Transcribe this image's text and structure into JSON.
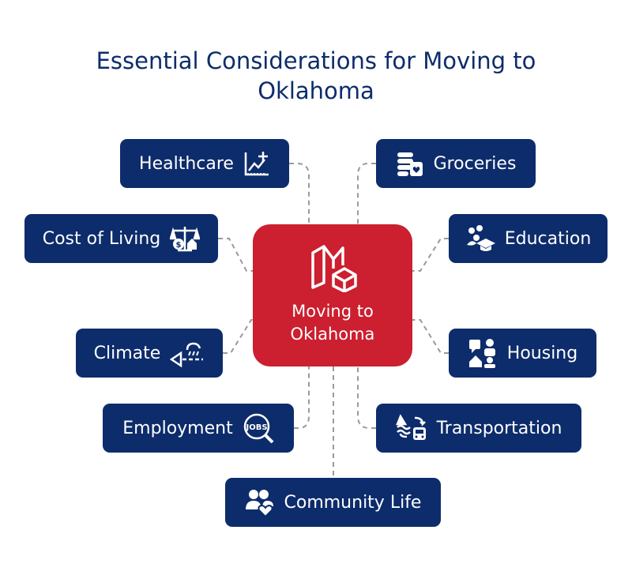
{
  "title": {
    "line1": "Essential Considerations for Moving to",
    "line2": "Oklahoma"
  },
  "center": {
    "line1": "Moving to",
    "line2": "Oklahoma",
    "icon": "moving-boxes-icon"
  },
  "nodes": {
    "healthcare": {
      "label": "Healthcare",
      "icon": "healthcare-chart-icon"
    },
    "groceries": {
      "label": "Groceries",
      "icon": "groceries-icon"
    },
    "cost_of_living": {
      "label": "Cost of Living",
      "icon": "balance-scale-icon"
    },
    "education": {
      "label": "Education",
      "icon": "education-icon"
    },
    "climate": {
      "label": "Climate",
      "icon": "weather-icon"
    },
    "housing": {
      "label": "Housing",
      "icon": "housing-chat-icon"
    },
    "employment": {
      "label": "Employment",
      "icon": "jobs-search-icon"
    },
    "transportation": {
      "label": "Transportation",
      "icon": "transport-icon"
    },
    "community_life": {
      "label": "Community Life",
      "icon": "community-people-icon"
    }
  },
  "colors": {
    "title": "#0d2c6b",
    "node": "#0d2c6b",
    "hub": "#cc1f2f",
    "connector": "#9a9a9a"
  }
}
